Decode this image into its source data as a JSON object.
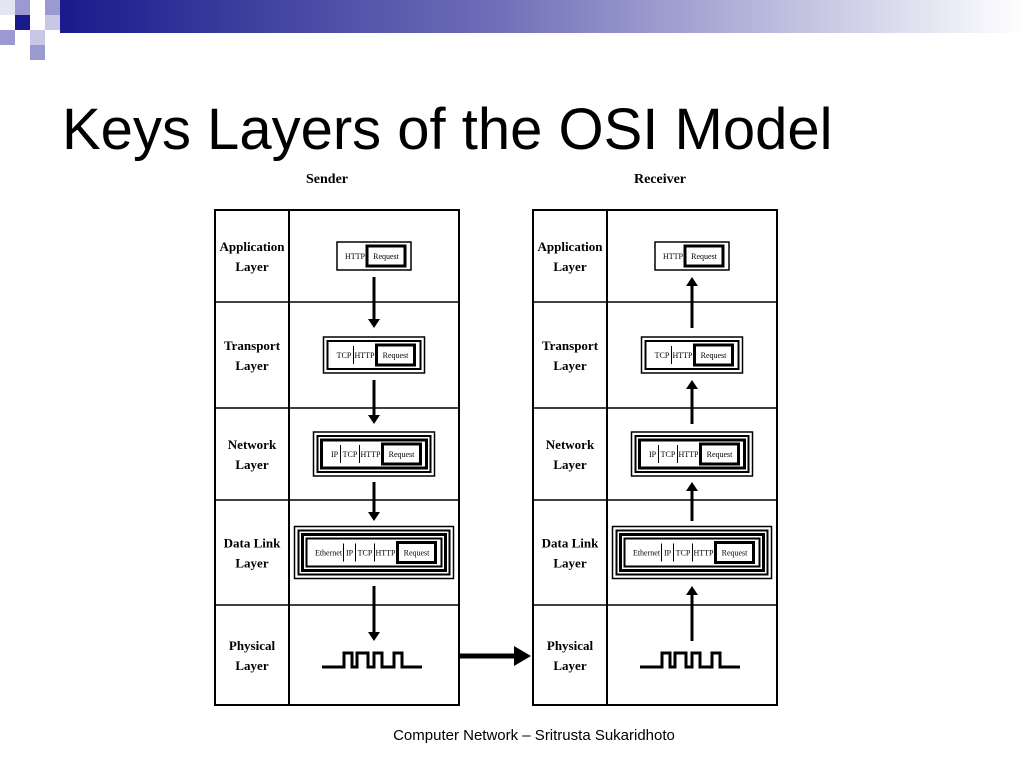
{
  "slide": {
    "title": "Keys Layers of the OSI Model",
    "footer": "Computer Network – Sritrusta Sukaridhoto",
    "colors": {
      "accent": "#1a1a8c",
      "accent_light": "#9a9ad0",
      "accent_fade": "#f0f0f8",
      "line": "#000000"
    }
  },
  "diagram": {
    "sender": {
      "title": "Sender",
      "layers": [
        {
          "name": [
            "Application",
            "Layer"
          ],
          "headers": [
            "HTTP"
          ]
        },
        {
          "name": [
            "Transport",
            "Layer"
          ],
          "headers": [
            "TCP",
            "HTTP"
          ]
        },
        {
          "name": [
            "Network",
            "Layer"
          ],
          "headers": [
            "IP",
            "TCP",
            "HTTP"
          ]
        },
        {
          "name": [
            "Data Link",
            "Layer"
          ],
          "headers": [
            "Ethernet",
            "IP",
            "TCP",
            "HTTP"
          ]
        },
        {
          "name": [
            "Physical",
            "Layer"
          ],
          "headers": []
        }
      ]
    },
    "receiver": {
      "title": "Receiver",
      "layers": [
        {
          "name": [
            "Application",
            "Layer"
          ],
          "headers": [
            "HTTP"
          ]
        },
        {
          "name": [
            "Transport",
            "Layer"
          ],
          "headers": [
            "TCP",
            "HTTP"
          ]
        },
        {
          "name": [
            "Network",
            "Layer"
          ],
          "headers": [
            "IP",
            "TCP",
            "HTTP"
          ]
        },
        {
          "name": [
            "Data Link",
            "Layer"
          ],
          "headers": [
            "Ethernet",
            "IP",
            "TCP",
            "HTTP"
          ]
        },
        {
          "name": [
            "Physical",
            "Layer"
          ],
          "headers": []
        }
      ]
    },
    "payload_label": "Request"
  }
}
